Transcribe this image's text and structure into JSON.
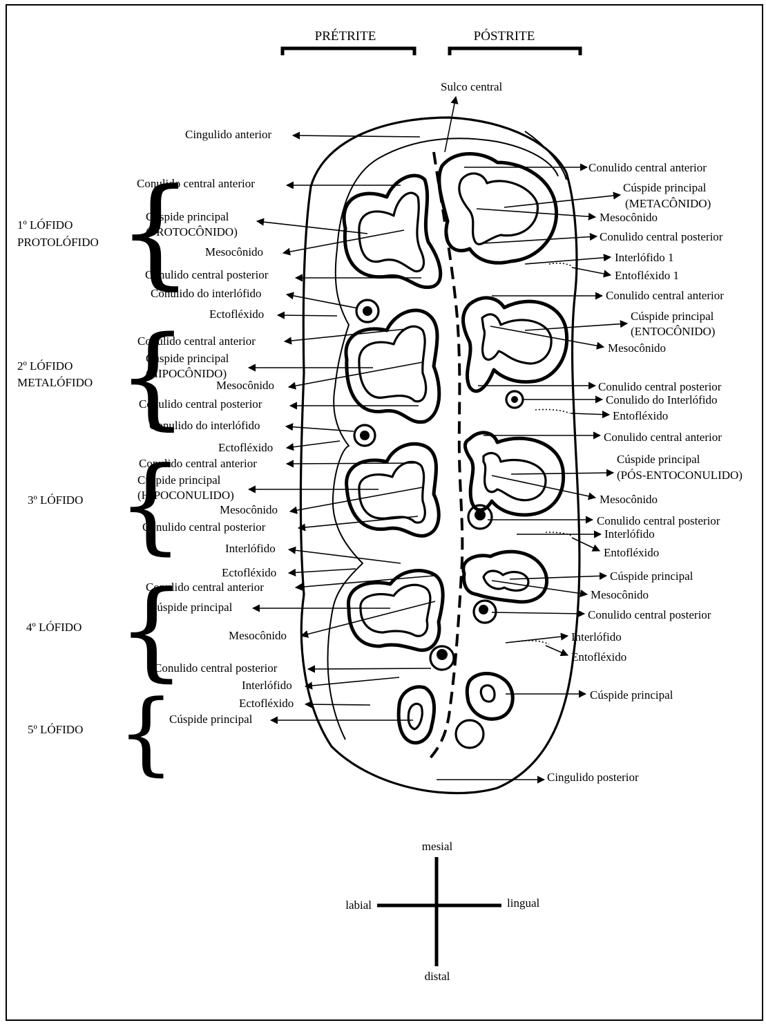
{
  "header": {
    "pretrite": "PRÉTRITE",
    "postrite": "PÓSTRITE"
  },
  "top": {
    "sulco": "Sulco central",
    "cingulido_anterior": "Cingulido anterior"
  },
  "lofids": {
    "l1": [
      "1º LÓFIDO",
      "PROTOLÓFIDO"
    ],
    "l2": [
      "2º LÓFIDO",
      "METALÓFIDO"
    ],
    "l3": [
      "3º LÓFIDO"
    ],
    "l4": [
      "4º LÓFIDO"
    ],
    "l5": [
      "5º LÓFIDO"
    ]
  },
  "left_labels": {
    "l1_conulido_ant": "Conulido central anterior",
    "l1_cuspide_1": "Cúspide principal",
    "l1_cuspide_2": "(PROTOCÔNIDO)",
    "l1_mesoconido": "Mesocônido",
    "l1_conulido_post": "Conulido central posterior",
    "interlofido_conulido_1": "Conulido do interlófido",
    "ectoflexido_1": "Ectofléxido",
    "l2_conulido_ant": "Conulido central anterior",
    "l2_cuspide_1": "Cúspide principal",
    "l2_cuspide_2": "(HIPOCÔNIDO)",
    "l2_mesoconido": "Mesocônido",
    "l2_conulido_post": "Conulido central posterior",
    "interlofido_conulido_2": "Conulido do interlófido",
    "ectoflexido_2": "Ectofléxido",
    "l3_conulido_ant": "Conulido central  anterior",
    "l3_cuspide_1": "Cúspide principal",
    "l3_cuspide_2": "(HIPOCONULIDO)",
    "l3_mesoconido": "Mesocônido",
    "l3_conulido_post": "Conulido central  posterior",
    "interlofido_3": "Interlófido",
    "ectoflexido_3": "Ectofléxido",
    "l4_conulido_ant": "Conulido central anterior",
    "l4_cuspide": "Cúspide principal",
    "l4_mesoconido": "Mesocônido",
    "l4_conulido_post": "Conulido central  posterior",
    "interlofido_4": "Interlófido",
    "ectoflexido_4": "Ectofléxido",
    "l5_cuspide": "Cúspide principal"
  },
  "right_labels": {
    "l1_conulido_ant": "Conulido central anterior",
    "l1_cuspide_1": "Cúspide principal",
    "l1_cuspide_2": "(METACÔNIDO)",
    "l1_mesoconido": "Mesocônido",
    "l1_conulido_post": "Conulido central posterior",
    "interlofido_1": "Interlófido 1",
    "entoflexido_1": "Entofléxido 1",
    "l2_conulido_ant": "Conulido central anterior",
    "l2_cuspide_1": "Cúspide principal",
    "l2_cuspide_2": "(ENTOCÔNIDO)",
    "l2_mesoconido": "Mesocônido",
    "l2_conulido_post": "Conulido central posterior",
    "interlofido_conulido_2": "Conulido do Interlófido",
    "entoflexido_2": "Entofléxido",
    "l3_conulido_ant": "Conulido central anterior",
    "l3_cuspide_1": "Cúspide principal",
    "l3_cuspide_2": "(PÓS-ENTOCONULIDO)",
    "l3_mesoconido": "Mesocônido",
    "l3_conulido_post": "Conulido central posterior",
    "interlofido_3": "Interlófido",
    "entoflexido_3": "Entofléxido",
    "l4_cuspide": "Cúspide principal",
    "l4_mesoconido": "Mesocônido",
    "l4_conulido_post": "Conulido central posterior",
    "interlofido_4": "Interlófido",
    "entoflexido_4": "Entofléxido",
    "l5_cuspide": "Cúspide principal"
  },
  "bottom": {
    "cingulido_posterior": "Cingulido posterior"
  },
  "compass": {
    "mesial": "mesial",
    "distal": "distal",
    "labial": "labial",
    "lingual": "lingual"
  }
}
